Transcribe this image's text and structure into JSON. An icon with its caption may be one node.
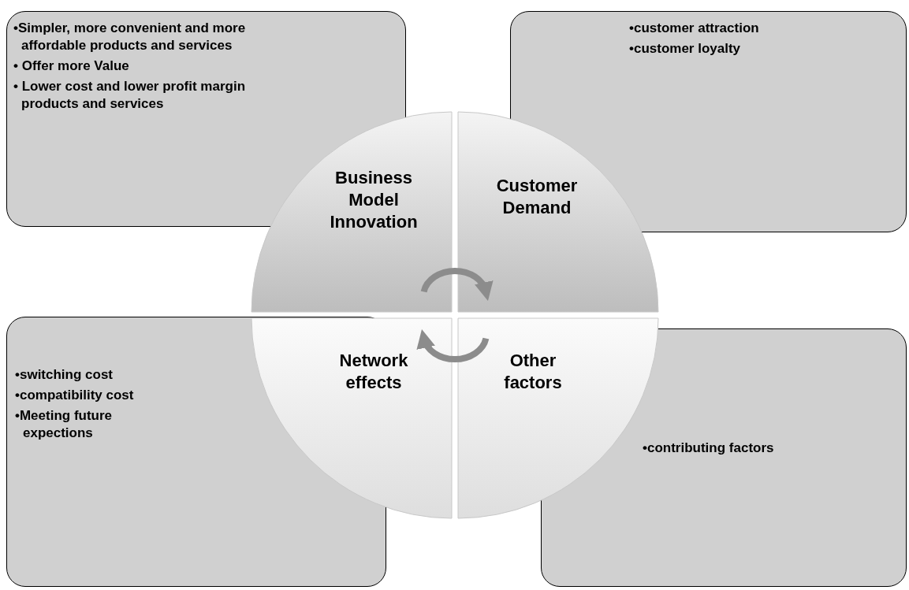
{
  "diagram": {
    "nodes": [
      {
        "text": [
          "•Simpler, more convenient and more affordable products and services",
          "• Offer more Value",
          "• Lower cost and lower profit margin products and services"
        ]
      },
      {
        "text": [
          "•customer attraction",
          "•customer loyalty"
        ]
      },
      {
        "text": [
          "Business Model Innovation"
        ]
      },
      {
        "text": [
          "Customer Demand"
        ]
      },
      {
        "text": [
          "•switching cost",
          "•compatibility cost",
          "•Meeting future expections"
        ]
      },
      {
        "text": [
          "•contributing factors"
        ]
      },
      {
        "text": [
          "Network effects"
        ]
      },
      {
        "text": [
          "Other factors"
        ]
      }
    ],
    "edges": [
      {
        "from": 2,
        "to": 3,
        "arrow": "to"
      },
      {
        "from": 7,
        "to": 6,
        "arrow": "to"
      }
    ]
  }
}
